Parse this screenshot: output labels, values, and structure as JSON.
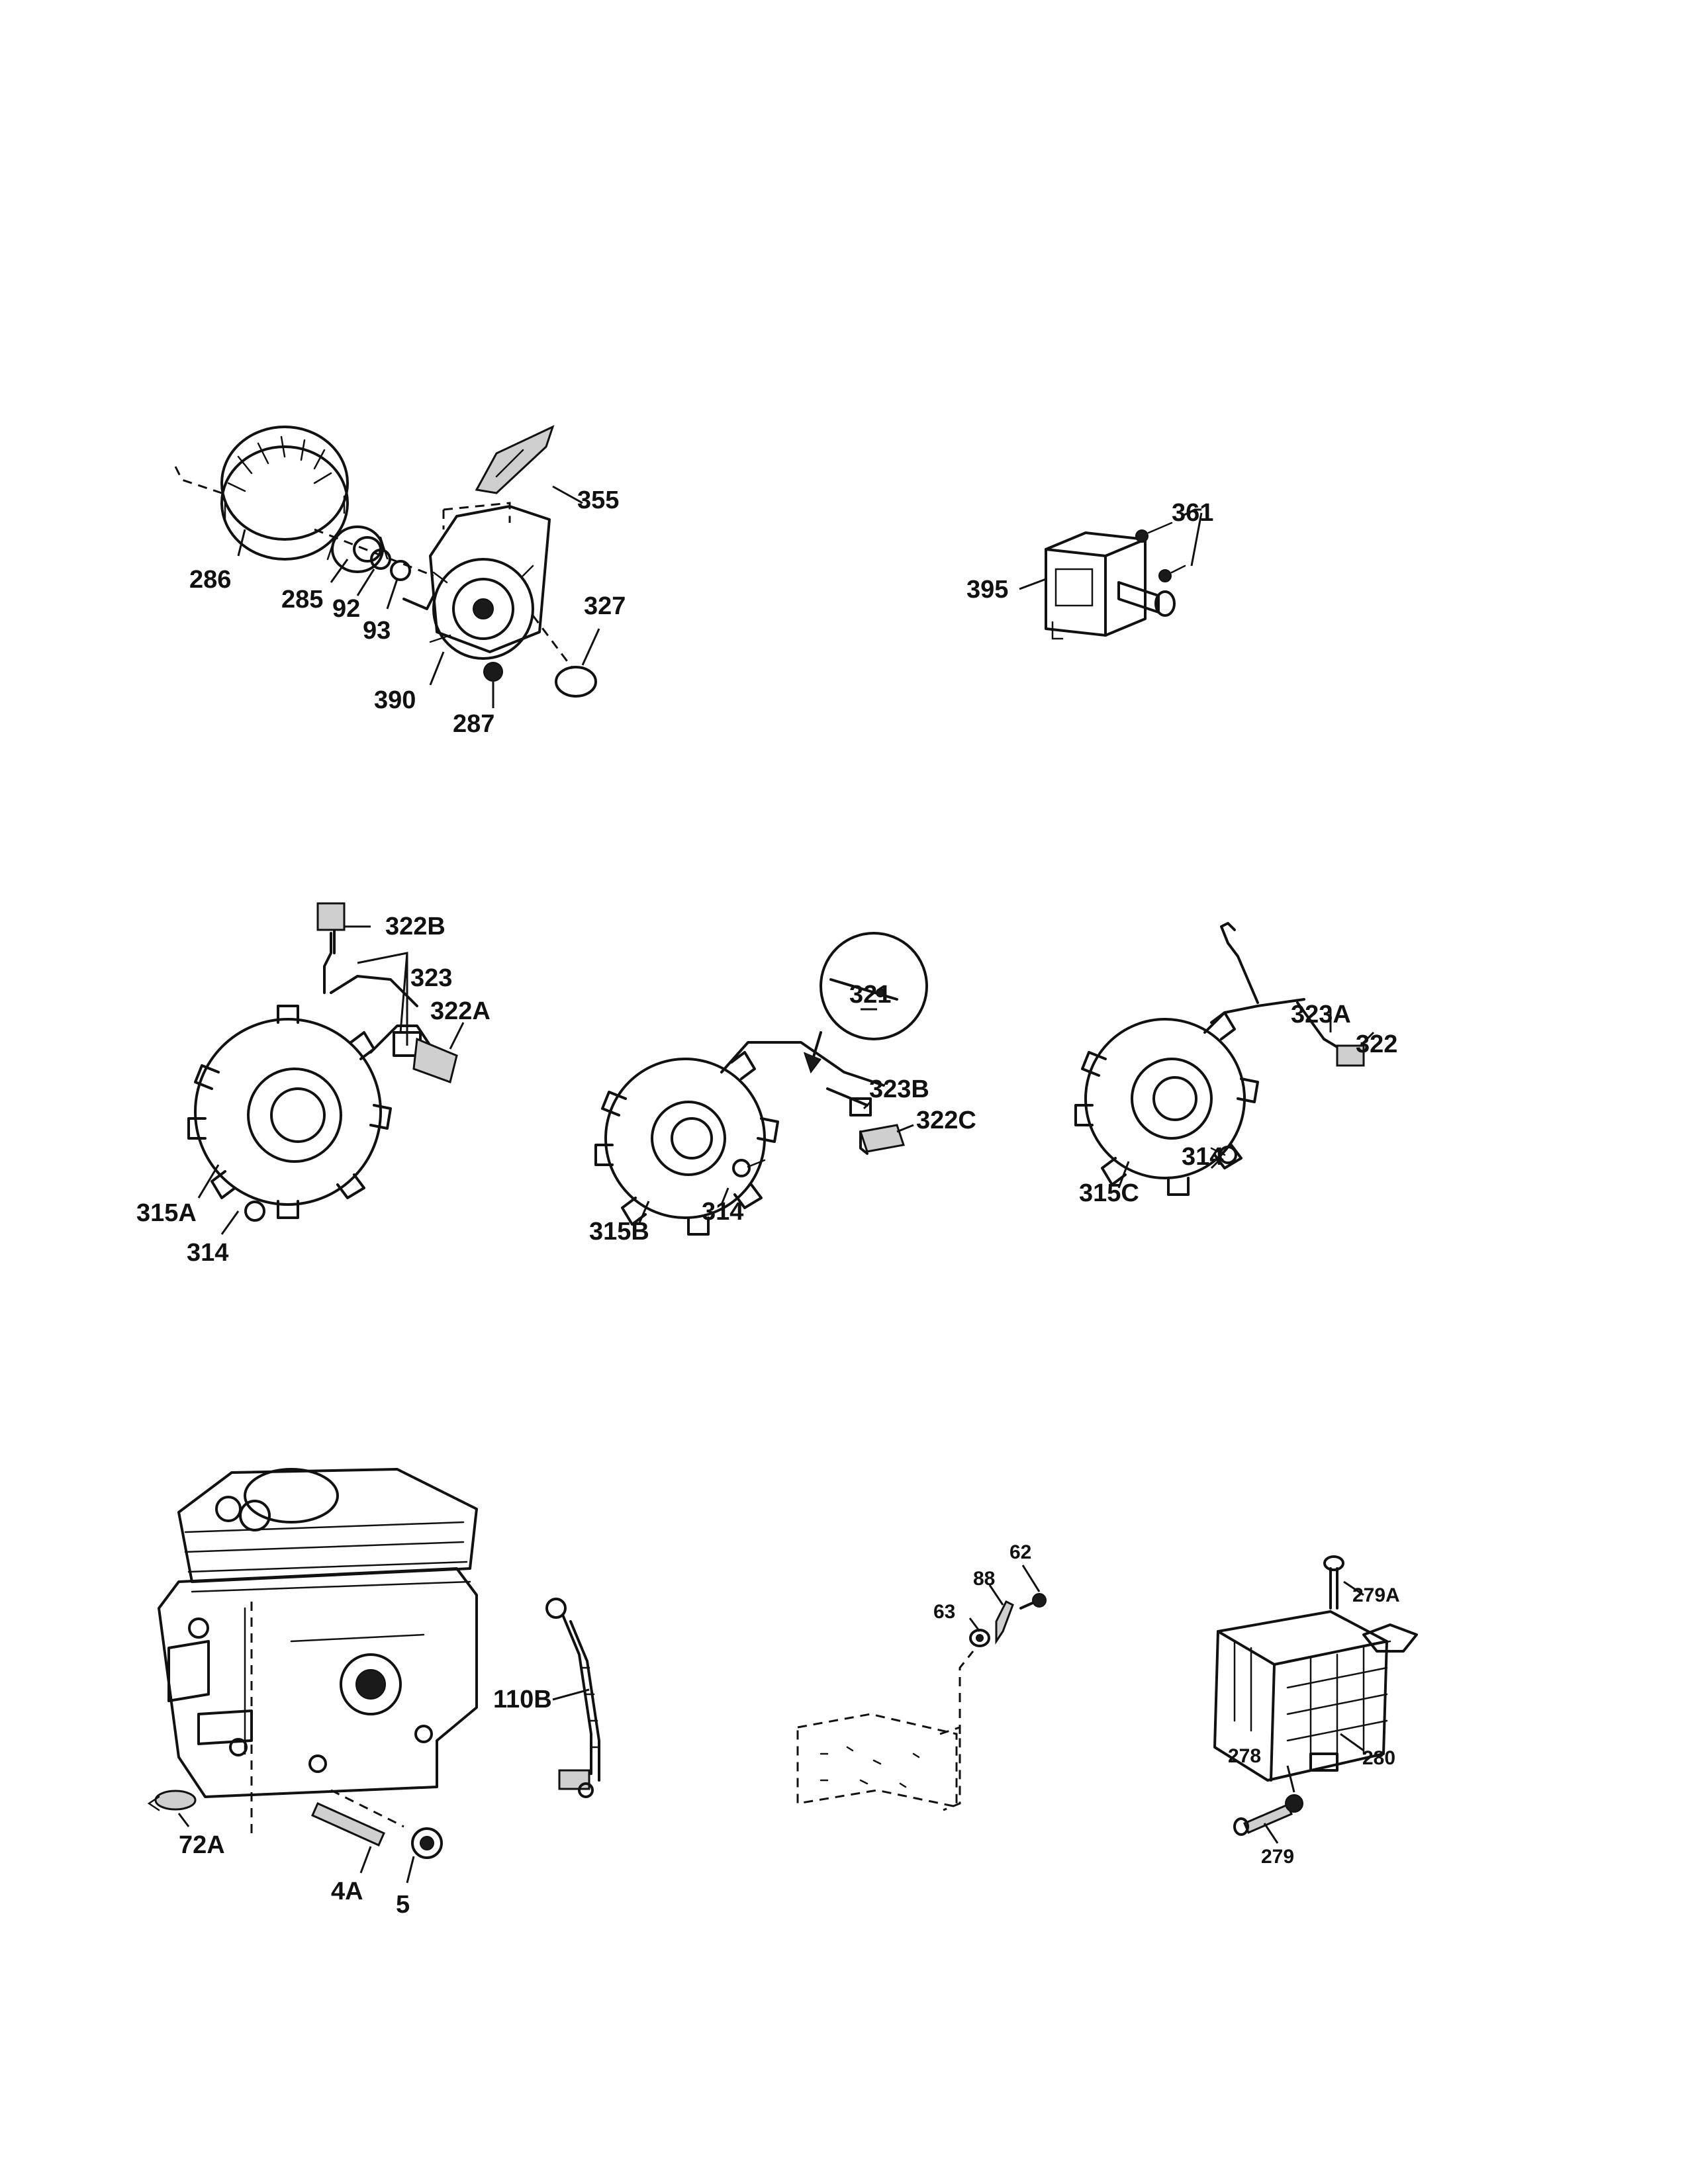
{
  "callouts": {
    "p286": "286",
    "p285": "285",
    "p92": "92",
    "p93": "93",
    "p390": "390",
    "p287": "287",
    "p355": "355",
    "p327": "327",
    "p361": "361",
    "p395": "395",
    "p322B": "322B",
    "p323": "323",
    "p322A": "322A",
    "p315A": "315A",
    "p314a": "314",
    "p321": "321",
    "p323B": "323B",
    "p322C": "322C",
    "p315B": "315B",
    "p314b": "314",
    "p323A": "323A",
    "p322": "322",
    "p314c": "314",
    "p315C": "315C",
    "p72A": "72A",
    "p4A": "4A",
    "p5": "5",
    "p110B": "110B",
    "p62": "62",
    "p88": "88",
    "p63": "63",
    "p279A": "279A",
    "p278": "278",
    "p280": "280",
    "p279": "279"
  }
}
